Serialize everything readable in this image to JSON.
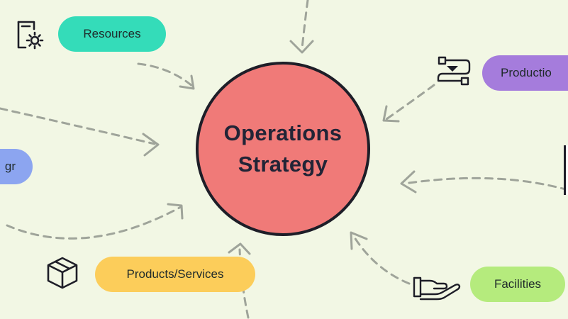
{
  "center": {
    "line1": "Operations",
    "line2": "Strategy",
    "color": "#f07a78"
  },
  "nodes": [
    {
      "id": "resources",
      "label": "Resources",
      "color": "#34dcb9",
      "icon": "gear-clipboard-icon"
    },
    {
      "id": "production",
      "label": "Productio",
      "color": "#a57cdc",
      "icon": "flow-nodes-icon"
    },
    {
      "id": "left",
      "label": "gr",
      "color": "#8ca5f0",
      "icon": ""
    },
    {
      "id": "products",
      "label": "Products/Services",
      "color": "#fccd5a",
      "icon": "box-icon"
    },
    {
      "id": "facilities",
      "label": "Facilities",
      "color": "#b5eb7d",
      "icon": "hand-icon"
    }
  ],
  "connector_color": "#9fa49a"
}
